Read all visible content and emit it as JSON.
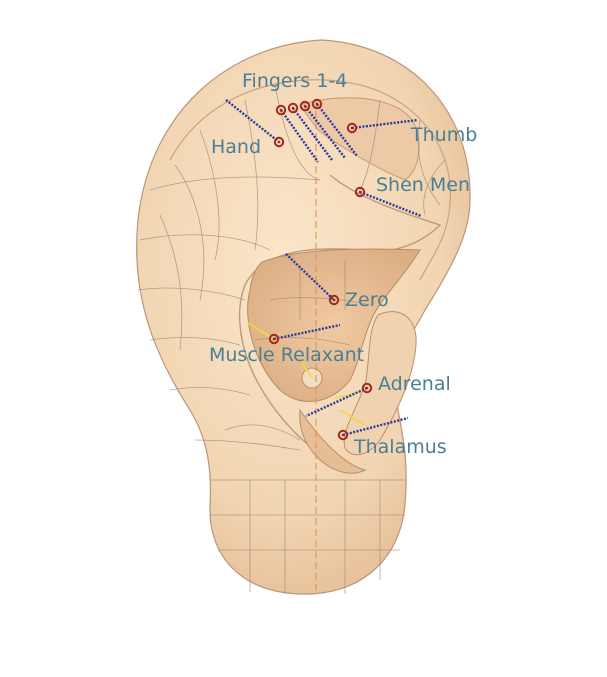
{
  "labels": {
    "fingers": "Fingers 1-4",
    "hand": "Hand",
    "thumb": "Thumb",
    "shen_men": "Shen Men",
    "zero": "Zero",
    "muscle_relaxant": "Muscle Relaxant",
    "adrenal": "Adrenal",
    "thalamus": "Thalamus"
  },
  "colors": {
    "label_text": "#4a7f95",
    "skin": "#f4d9b8",
    "skin_shadow": "#e6bf98",
    "grid_line": "#9c8a76",
    "point_ring": "#a0281d",
    "leader_line": "#2b3b9c",
    "midline": "#d9925a",
    "highlight": "#f2d84a"
  }
}
